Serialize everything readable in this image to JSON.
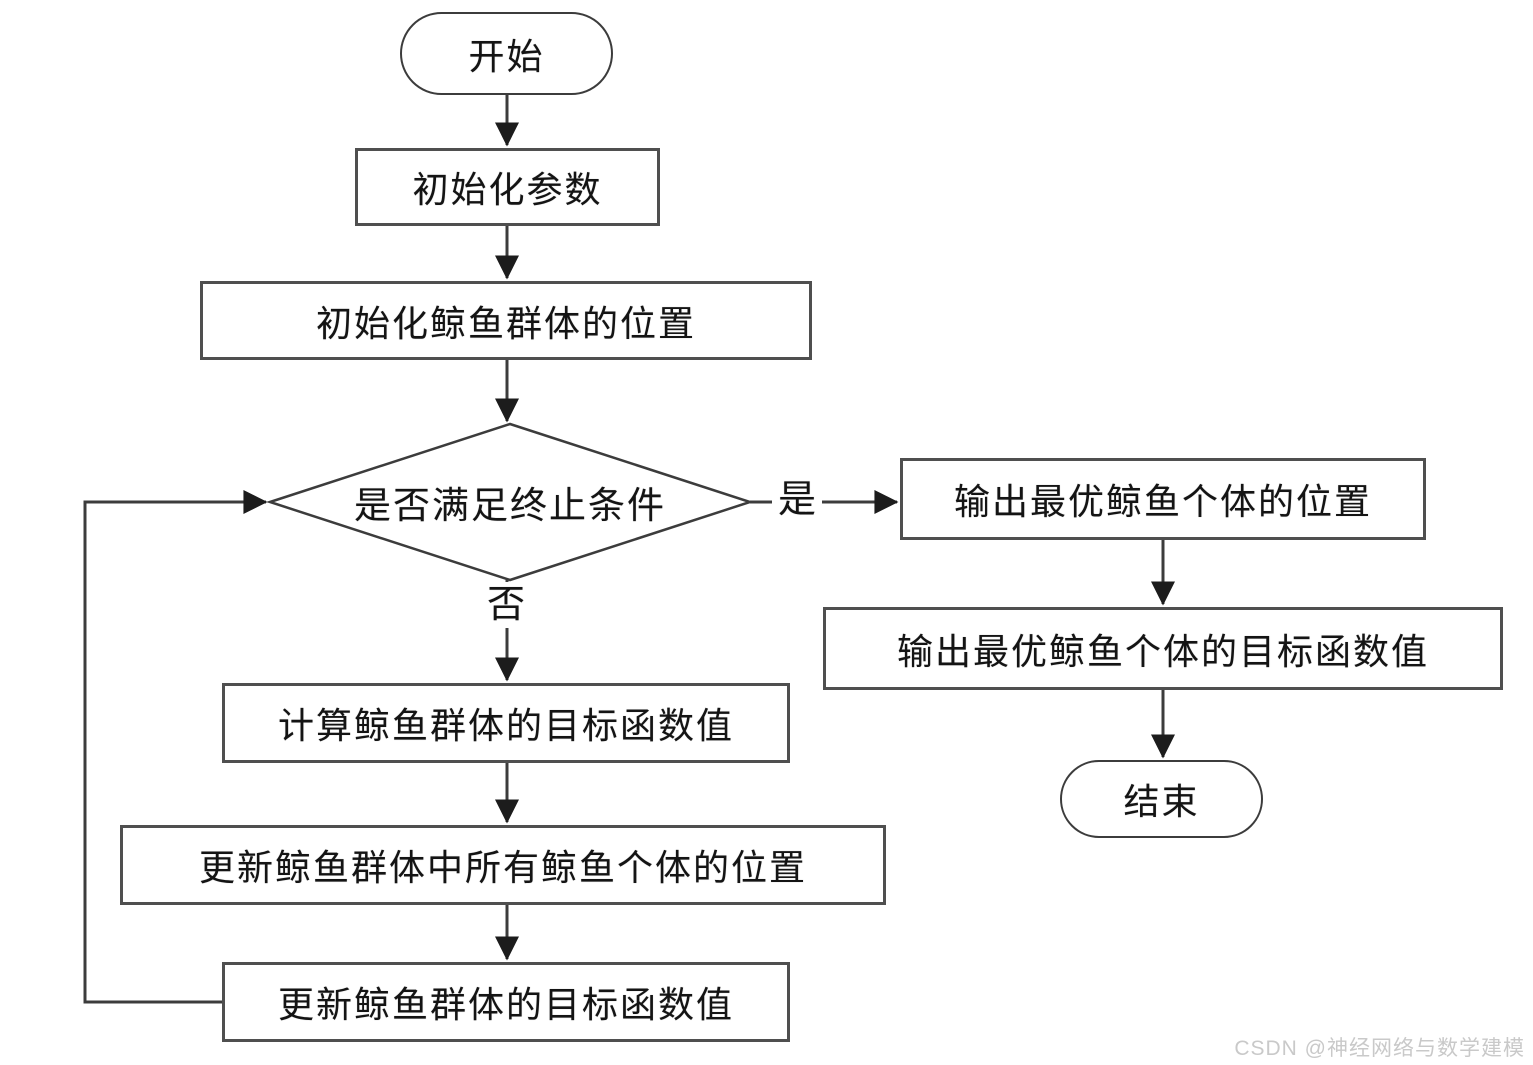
{
  "flowchart": {
    "title": "Whale Optimization Algorithm flowchart",
    "nodes": {
      "start": {
        "label": "开始",
        "shape": "stadium"
      },
      "init_params": {
        "label": "初始化参数",
        "shape": "rect"
      },
      "init_positions": {
        "label": "初始化鲸鱼群体的位置",
        "shape": "rect"
      },
      "termination_check": {
        "label": "是否满足终止条件",
        "shape": "diamond"
      },
      "output_best_position": {
        "label": "输出最优鲸鱼个体的位置",
        "shape": "rect"
      },
      "output_best_fitness": {
        "label": "输出最优鲸鱼个体的目标函数值",
        "shape": "rect"
      },
      "end": {
        "label": "结束",
        "shape": "stadium"
      },
      "calc_fitness": {
        "label": "计算鲸鱼群体的目标函数值",
        "shape": "rect"
      },
      "update_positions": {
        "label": "更新鲸鱼群体中所有鲸鱼个体的位置",
        "shape": "rect"
      },
      "update_fitness": {
        "label": "更新鲸鱼群体的目标函数值",
        "shape": "rect"
      }
    },
    "edge_labels": {
      "yes": "是",
      "no": "否"
    },
    "colors": {
      "line": "#3c3c3c",
      "box_border": "#4f4f4f",
      "box_fill": "#ffffff",
      "text": "#141414",
      "watermark": "#c9c9c9"
    }
  },
  "watermark": {
    "text": "CSDN @神经网络与数学建模"
  }
}
